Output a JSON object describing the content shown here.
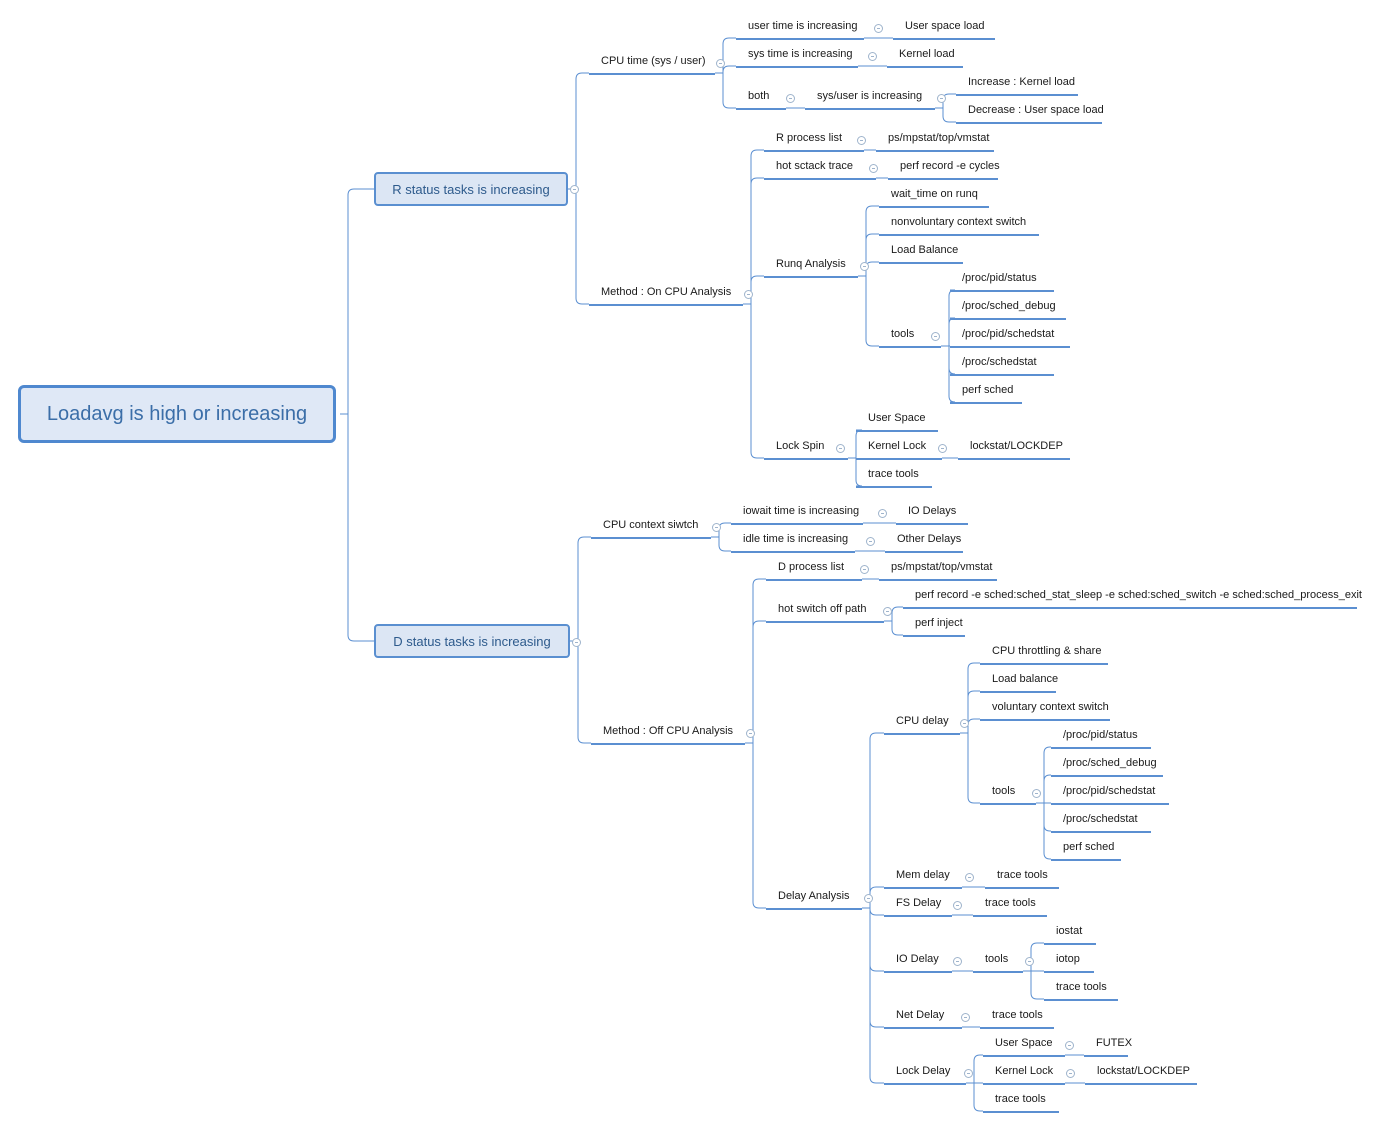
{
  "root": "Loadavg is high or increasing",
  "r_branch": {
    "title": "R status tasks is increasing",
    "cpu_time": {
      "label": "CPU time (sys / user)",
      "user": "user time is increasing",
      "user_result": "User space load",
      "sys": "sys time is increasing",
      "sys_result": "Kernel load",
      "both": "both",
      "both_mid": "sys/user is increasing",
      "increase": "Increase :  Kernel load",
      "decrease": "Decrease : User space load"
    },
    "on_cpu": {
      "label": "Method : On CPU Analysis",
      "rproc": "R process list",
      "rproc_tool": "ps/mpstat/top/vmstat",
      "hot": "hot sctack trace",
      "hot_tool": "perf record -e cycles",
      "runq": "Runq Analysis",
      "runq_items": [
        "wait_time on runq",
        "nonvoluntary context switch",
        "Load Balance"
      ],
      "tools": "tools",
      "tools_items": [
        "/proc/pid/status",
        "/proc/sched_debug",
        "/proc/pid/schedstat",
        "/proc/schedstat",
        "perf sched"
      ],
      "lock": "Lock Spin",
      "lock_user": "User Space",
      "lock_kernel": "Kernel Lock",
      "lock_kernel_tool": "lockstat/LOCKDEP",
      "lock_trace": "trace tools"
    }
  },
  "d_branch": {
    "title": "D status tasks is increasing",
    "ctx": {
      "label": "CPU context siwtch",
      "iowait": "iowait time is increasing",
      "iowait_result": "IO  Delays",
      "idle": "idle time is increasing",
      "idle_result": "Other Delays"
    },
    "off_cpu": {
      "label": "Method : Off CPU Analysis",
      "dproc": "D process list",
      "dproc_tool": "ps/mpstat/top/vmstat",
      "hot": "hot switch off path",
      "hot_perf": "perf record -e sched:sched_stat_sleep -e sched:sched_switch  -e sched:sched_process_exit",
      "hot_inject": "perf inject",
      "delay": "Delay Analysis",
      "cpu_delay": "CPU delay",
      "cpu_items": [
        "CPU throttling & share",
        "Load balance",
        "voluntary context switch"
      ],
      "cpu_tools": "tools",
      "cpu_tools_items": [
        "/proc/pid/status",
        "/proc/sched_debug",
        "/proc/pid/schedstat",
        "/proc/schedstat",
        "perf sched"
      ],
      "mem": "Mem delay",
      "mem_tool": "trace tools",
      "fs": "FS Delay",
      "fs_tool": "trace tools",
      "io": "IO Delay",
      "io_tools": "tools",
      "io_items": [
        "iostat",
        "iotop",
        "trace tools"
      ],
      "net": "Net Delay",
      "net_tool": "trace tools",
      "lock": "Lock Delay",
      "lock_user": "User Space",
      "lock_user_tool": "FUTEX",
      "lock_kernel": "Kernel Lock",
      "lock_kernel_tool": "lockstat/LOCKDEP",
      "lock_trace": "trace tools"
    }
  }
}
